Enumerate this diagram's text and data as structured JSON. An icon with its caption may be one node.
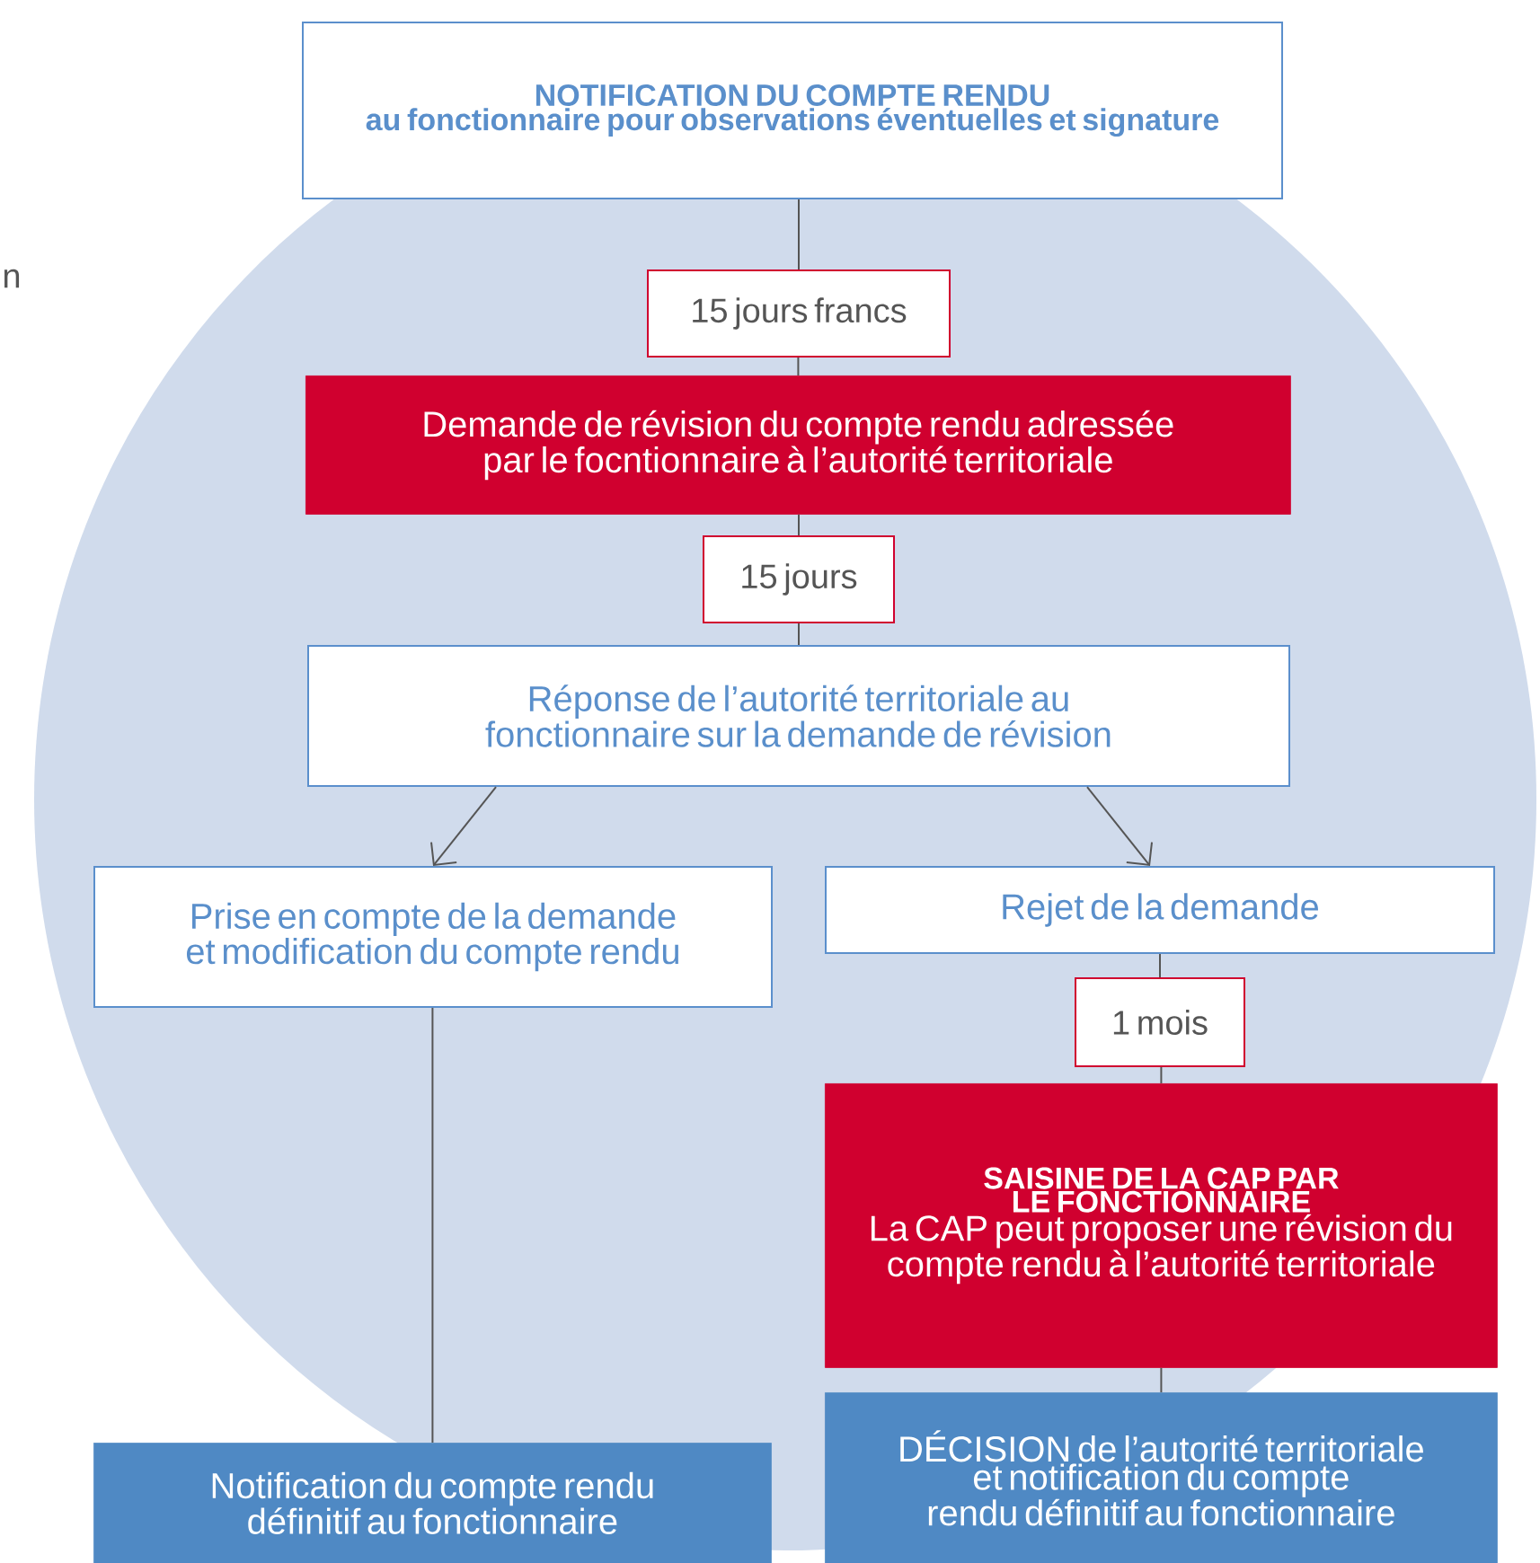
{
  "diagram": {
    "nodes": [
      {
        "text": [
          "NOTIFICATION DU COMPTE RENDU",
          "au fonctionnaire pour observations éventuelles et signature"
        ]
      },
      {
        "text": [
          "15 jours francs"
        ]
      },
      {
        "text": [
          "Demande de révision du compte rendu adressée par le focntionnaire à l’autorité territoriale"
        ]
      },
      {
        "text": [
          "15 jours"
        ]
      },
      {
        "text": [
          "Réponse de l’autorité territoriale au fonctionnaire sur la demande de révision"
        ]
      },
      {
        "text": [
          "Prise en compte de la demande et modification du compte rendu"
        ]
      },
      {
        "text": [
          "Rejet de la demande"
        ]
      },
      {
        "text": [
          "1 mois"
        ]
      },
      {
        "text": [
          "SAISINE DE LA CAP PAR LE FONCTIONNAIRE",
          "La CAP peut proposer une révision du compte rendu à l’autorité territoriale"
        ]
      },
      {
        "text": [
          "Notification du compte rendu définitif au fonctionnaire"
        ]
      },
      {
        "text": [
          "DÉCISION de l’autorité territoriale et notification du compte rendu définitif au fonctionnaire"
        ]
      }
    ],
    "edges": [
      {
        "from": 0,
        "to": 1,
        "arrow": "none"
      },
      {
        "from": 1,
        "to": 2,
        "arrow": "none"
      },
      {
        "from": 2,
        "to": 3,
        "arrow": "none"
      },
      {
        "from": 3,
        "to": 4,
        "arrow": "none"
      },
      {
        "from": 4,
        "to": 5,
        "arrow": "to"
      },
      {
        "from": 4,
        "to": 6,
        "arrow": "to"
      },
      {
        "from": 6,
        "to": 7,
        "arrow": "none"
      },
      {
        "from": 7,
        "to": 8,
        "arrow": "none"
      },
      {
        "from": 8,
        "to": 10,
        "arrow": "none"
      },
      {
        "from": 5,
        "to": 9,
        "arrow": "none"
      }
    ],
    "labels": [
      "n"
    ]
  }
}
